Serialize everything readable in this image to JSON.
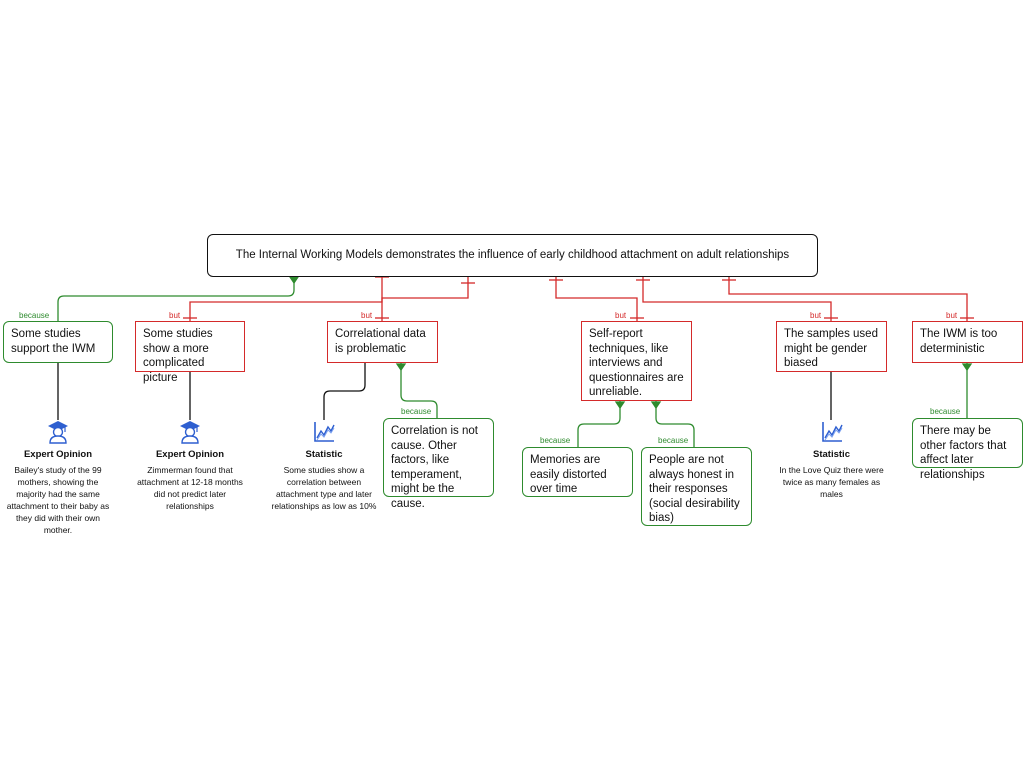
{
  "colors": {
    "support": "#2e8b2e",
    "oppose": "#d42a2a",
    "neutral": "#111111",
    "icon": "#2e5fd0"
  },
  "claim": "The Internal Working Models demonstrates the influence of early childhood attachment on adult relationships",
  "link_labels": {
    "because": "because",
    "but": "but"
  },
  "nodes": {
    "support": "Some studies support the IWM",
    "complicated": "Some studies show a more complicated picture",
    "correlational": "Correlational data is problematic",
    "correlation_cause": "Correlation is not cause.  Other factors, like temperament, might be the cause.",
    "self_report": "Self-report techniques, like interviews and questionnaires are unreliable.",
    "memories": "Memories are easily distorted over time",
    "honest": "People are not always honest in their responses (social desirability bias)",
    "gender": "The samples used might be gender biased",
    "deterministic": "The IWM is too deterministic",
    "other_factors": "There may be other factors that affect later relationships"
  },
  "evidence": {
    "bailey": {
      "icon": "expert-opinion-icon",
      "title": "Expert Opinion",
      "text": "Bailey's study of the 99 mothers, showing the majority had the same attachment to their baby as they did with their own mother."
    },
    "zimmerman": {
      "icon": "expert-opinion-icon",
      "title": "Expert Opinion",
      "text": "Zimmerman found that attachment at 12-18 months did not predict later relationships"
    },
    "correlation_stat": {
      "icon": "statistic-icon",
      "title": "Statistic",
      "text": "Some studies show a correlation between attachment type and later relationships as low as 10%"
    },
    "love_quiz": {
      "icon": "statistic-icon",
      "title": "Statistic",
      "text": "In the Love Quiz there were twice as many females as males"
    }
  }
}
